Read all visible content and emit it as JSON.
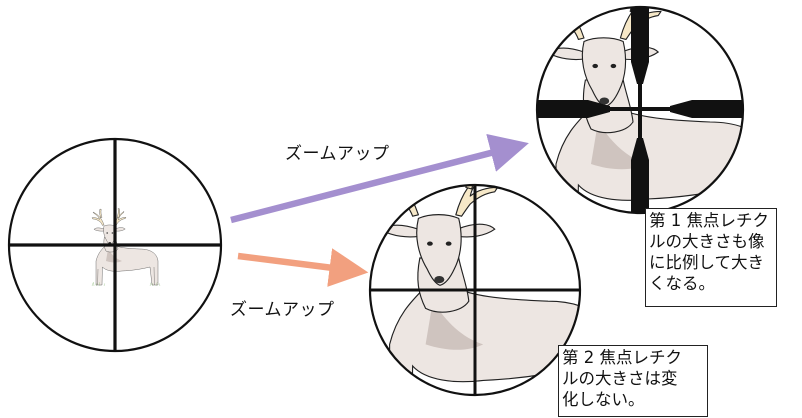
{
  "labels": {
    "zoom_upper": "ズームアップ",
    "zoom_lower": "ズームアップ"
  },
  "notes": {
    "ffp": [
      "第 1 焦点レチク",
      "ルの大きさも像",
      "に比例して大き",
      "くなる。"
    ],
    "sfp": [
      "第 2 焦点レチク",
      "ルの大きさは変",
      "化しない。"
    ]
  },
  "colors": {
    "arrow_upper": "#a48fcf",
    "arrow_lower": "#f2a07f",
    "reticle": "#111111",
    "deer_fill": "#ede6e2",
    "deer_shade": "#cfc4bf",
    "antler": "#f6e8c8",
    "grass": "#7fb36a"
  },
  "icons": {
    "scope_left": "low-magnification-scope-view",
    "scope_top_right": "first-focal-plane-scope-view",
    "scope_bottom_center": "second-focal-plane-scope-view"
  }
}
